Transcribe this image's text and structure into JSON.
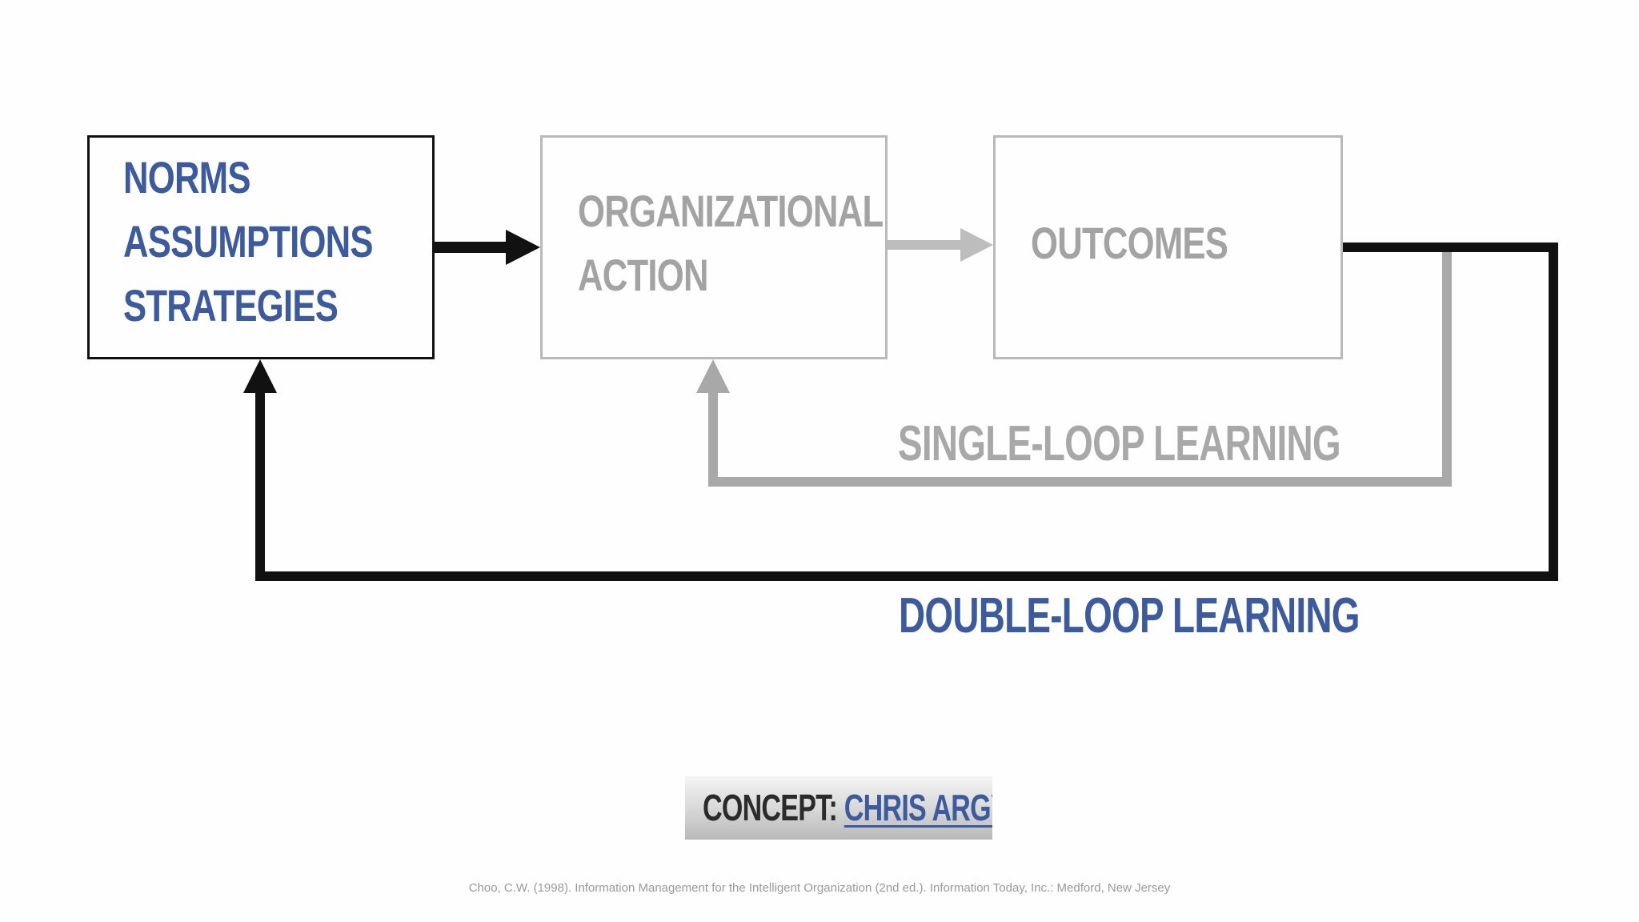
{
  "boxes": {
    "norms": {
      "lines": [
        "NORMS",
        "ASSUMPTIONS",
        "STRATEGIES"
      ]
    },
    "action": {
      "lines": [
        "ORGANIZATIONAL",
        "ACTION"
      ]
    },
    "outcomes": {
      "lines": [
        "OUTCOMES"
      ]
    }
  },
  "loops": {
    "single": "SINGLE-LOOP LEARNING",
    "double": "DOUBLE-LOOP LEARNING"
  },
  "concept": {
    "prefix": "CONCEPT: ",
    "name": "CHRIS ARGYRIS"
  },
  "citation": "Choo,  C.W. (1998). Information Management for the  Intelligent  Organization  (2nd  ed.). Information Today, Inc.: Medford, New Jersey",
  "colors": {
    "accent_blue": "#3b5b9e",
    "grey": "#a8a8a8",
    "black": "#111111"
  }
}
